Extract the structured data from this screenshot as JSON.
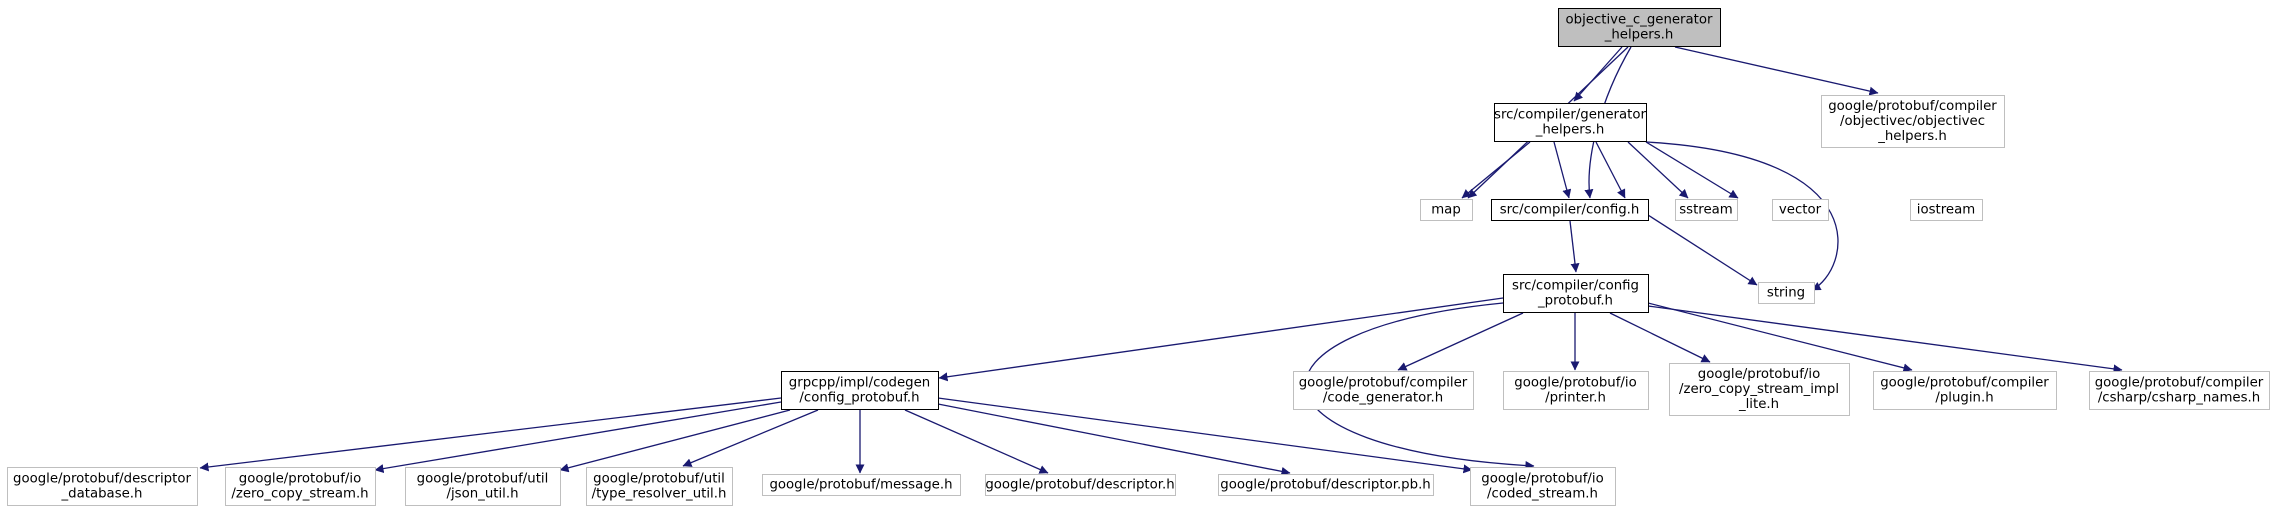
{
  "graph": {
    "colors": {
      "edge": "#191970",
      "root_fill": "#bfbfbf",
      "root_border": "#000000",
      "local_border": "#000000",
      "external_border": "#bfbfbf",
      "fill": "#ffffff"
    },
    "nodes": [
      {
        "id": "root",
        "kind": "root",
        "lines": [
          "objective_c_generator",
          "_helpers.h"
        ]
      },
      {
        "id": "generator_helpers",
        "kind": "local",
        "lines": [
          "src/compiler/generator",
          "_helpers.h"
        ]
      },
      {
        "id": "objc_helpers",
        "kind": "external",
        "lines": [
          "google/protobuf/compiler",
          "/objectivec/objectivec",
          "_helpers.h"
        ]
      },
      {
        "id": "map",
        "kind": "external",
        "lines": [
          "map"
        ]
      },
      {
        "id": "config",
        "kind": "local",
        "lines": [
          "src/compiler/config.h"
        ]
      },
      {
        "id": "sstream",
        "kind": "external",
        "lines": [
          "sstream"
        ]
      },
      {
        "id": "vector",
        "kind": "external",
        "lines": [
          "vector"
        ]
      },
      {
        "id": "iostream",
        "kind": "external",
        "lines": [
          "iostream"
        ]
      },
      {
        "id": "config_protobuf",
        "kind": "local",
        "lines": [
          "src/compiler/config",
          "_protobuf.h"
        ]
      },
      {
        "id": "string",
        "kind": "external",
        "lines": [
          "string"
        ]
      },
      {
        "id": "grpcpp_config_protobuf",
        "kind": "local",
        "lines": [
          "grpcpp/impl/codegen",
          "/config_protobuf.h"
        ]
      },
      {
        "id": "code_generator",
        "kind": "external",
        "lines": [
          "google/protobuf/compiler",
          "/code_generator.h"
        ]
      },
      {
        "id": "printer",
        "kind": "external",
        "lines": [
          "google/protobuf/io",
          "/printer.h"
        ]
      },
      {
        "id": "zcs_impl_lite",
        "kind": "external",
        "lines": [
          "google/protobuf/io",
          "/zero_copy_stream_impl",
          "_lite.h"
        ]
      },
      {
        "id": "plugin",
        "kind": "external",
        "lines": [
          "google/protobuf/compiler",
          "/plugin.h"
        ]
      },
      {
        "id": "csharp_names",
        "kind": "external",
        "lines": [
          "google/protobuf/compiler",
          "/csharp/csharp_names.h"
        ]
      },
      {
        "id": "descriptor_database",
        "kind": "external",
        "lines": [
          "google/protobuf/descriptor",
          "_database.h"
        ]
      },
      {
        "id": "zero_copy_stream",
        "kind": "external",
        "lines": [
          "google/protobuf/io",
          "/zero_copy_stream.h"
        ]
      },
      {
        "id": "json_util",
        "kind": "external",
        "lines": [
          "google/protobuf/util",
          "/json_util.h"
        ]
      },
      {
        "id": "type_resolver_util",
        "kind": "external",
        "lines": [
          "google/protobuf/util",
          "/type_resolver_util.h"
        ]
      },
      {
        "id": "message",
        "kind": "external",
        "lines": [
          "google/protobuf/message.h"
        ]
      },
      {
        "id": "descriptor",
        "kind": "external",
        "lines": [
          "google/protobuf/descriptor.h"
        ]
      },
      {
        "id": "descriptor_pb",
        "kind": "external",
        "lines": [
          "google/protobuf/descriptor.pb.h"
        ]
      },
      {
        "id": "coded_stream",
        "kind": "external",
        "lines": [
          "google/protobuf/io",
          "/coded_stream.h"
        ]
      }
    ],
    "edges": [
      {
        "from": "root",
        "to": "map"
      },
      {
        "from": "root",
        "to": "config"
      },
      {
        "from": "root",
        "to": "generator_helpers"
      },
      {
        "from": "root",
        "to": "objc_helpers"
      },
      {
        "from": "generator_helpers",
        "to": "map"
      },
      {
        "from": "generator_helpers",
        "to": "config"
      },
      {
        "from": "generator_helpers",
        "to": "sstream"
      },
      {
        "from": "generator_helpers",
        "to": "vector"
      },
      {
        "from": "generator_helpers",
        "to": "iostream"
      },
      {
        "from": "generator_helpers",
        "to": "string"
      },
      {
        "from": "config",
        "to": "config_protobuf"
      },
      {
        "from": "config",
        "to": "string"
      },
      {
        "from": "config_protobuf",
        "to": "grpcpp_config_protobuf"
      },
      {
        "from": "config_protobuf",
        "to": "coded_stream"
      },
      {
        "from": "config_protobuf",
        "to": "code_generator"
      },
      {
        "from": "config_protobuf",
        "to": "printer"
      },
      {
        "from": "config_protobuf",
        "to": "zcs_impl_lite"
      },
      {
        "from": "config_protobuf",
        "to": "plugin"
      },
      {
        "from": "config_protobuf",
        "to": "csharp_names"
      },
      {
        "from": "grpcpp_config_protobuf",
        "to": "descriptor_database"
      },
      {
        "from": "grpcpp_config_protobuf",
        "to": "zero_copy_stream"
      },
      {
        "from": "grpcpp_config_protobuf",
        "to": "json_util"
      },
      {
        "from": "grpcpp_config_protobuf",
        "to": "type_resolver_util"
      },
      {
        "from": "grpcpp_config_protobuf",
        "to": "message"
      },
      {
        "from": "grpcpp_config_protobuf",
        "to": "descriptor"
      },
      {
        "from": "grpcpp_config_protobuf",
        "to": "descriptor_pb"
      },
      {
        "from": "grpcpp_config_protobuf",
        "to": "coded_stream"
      }
    ]
  }
}
